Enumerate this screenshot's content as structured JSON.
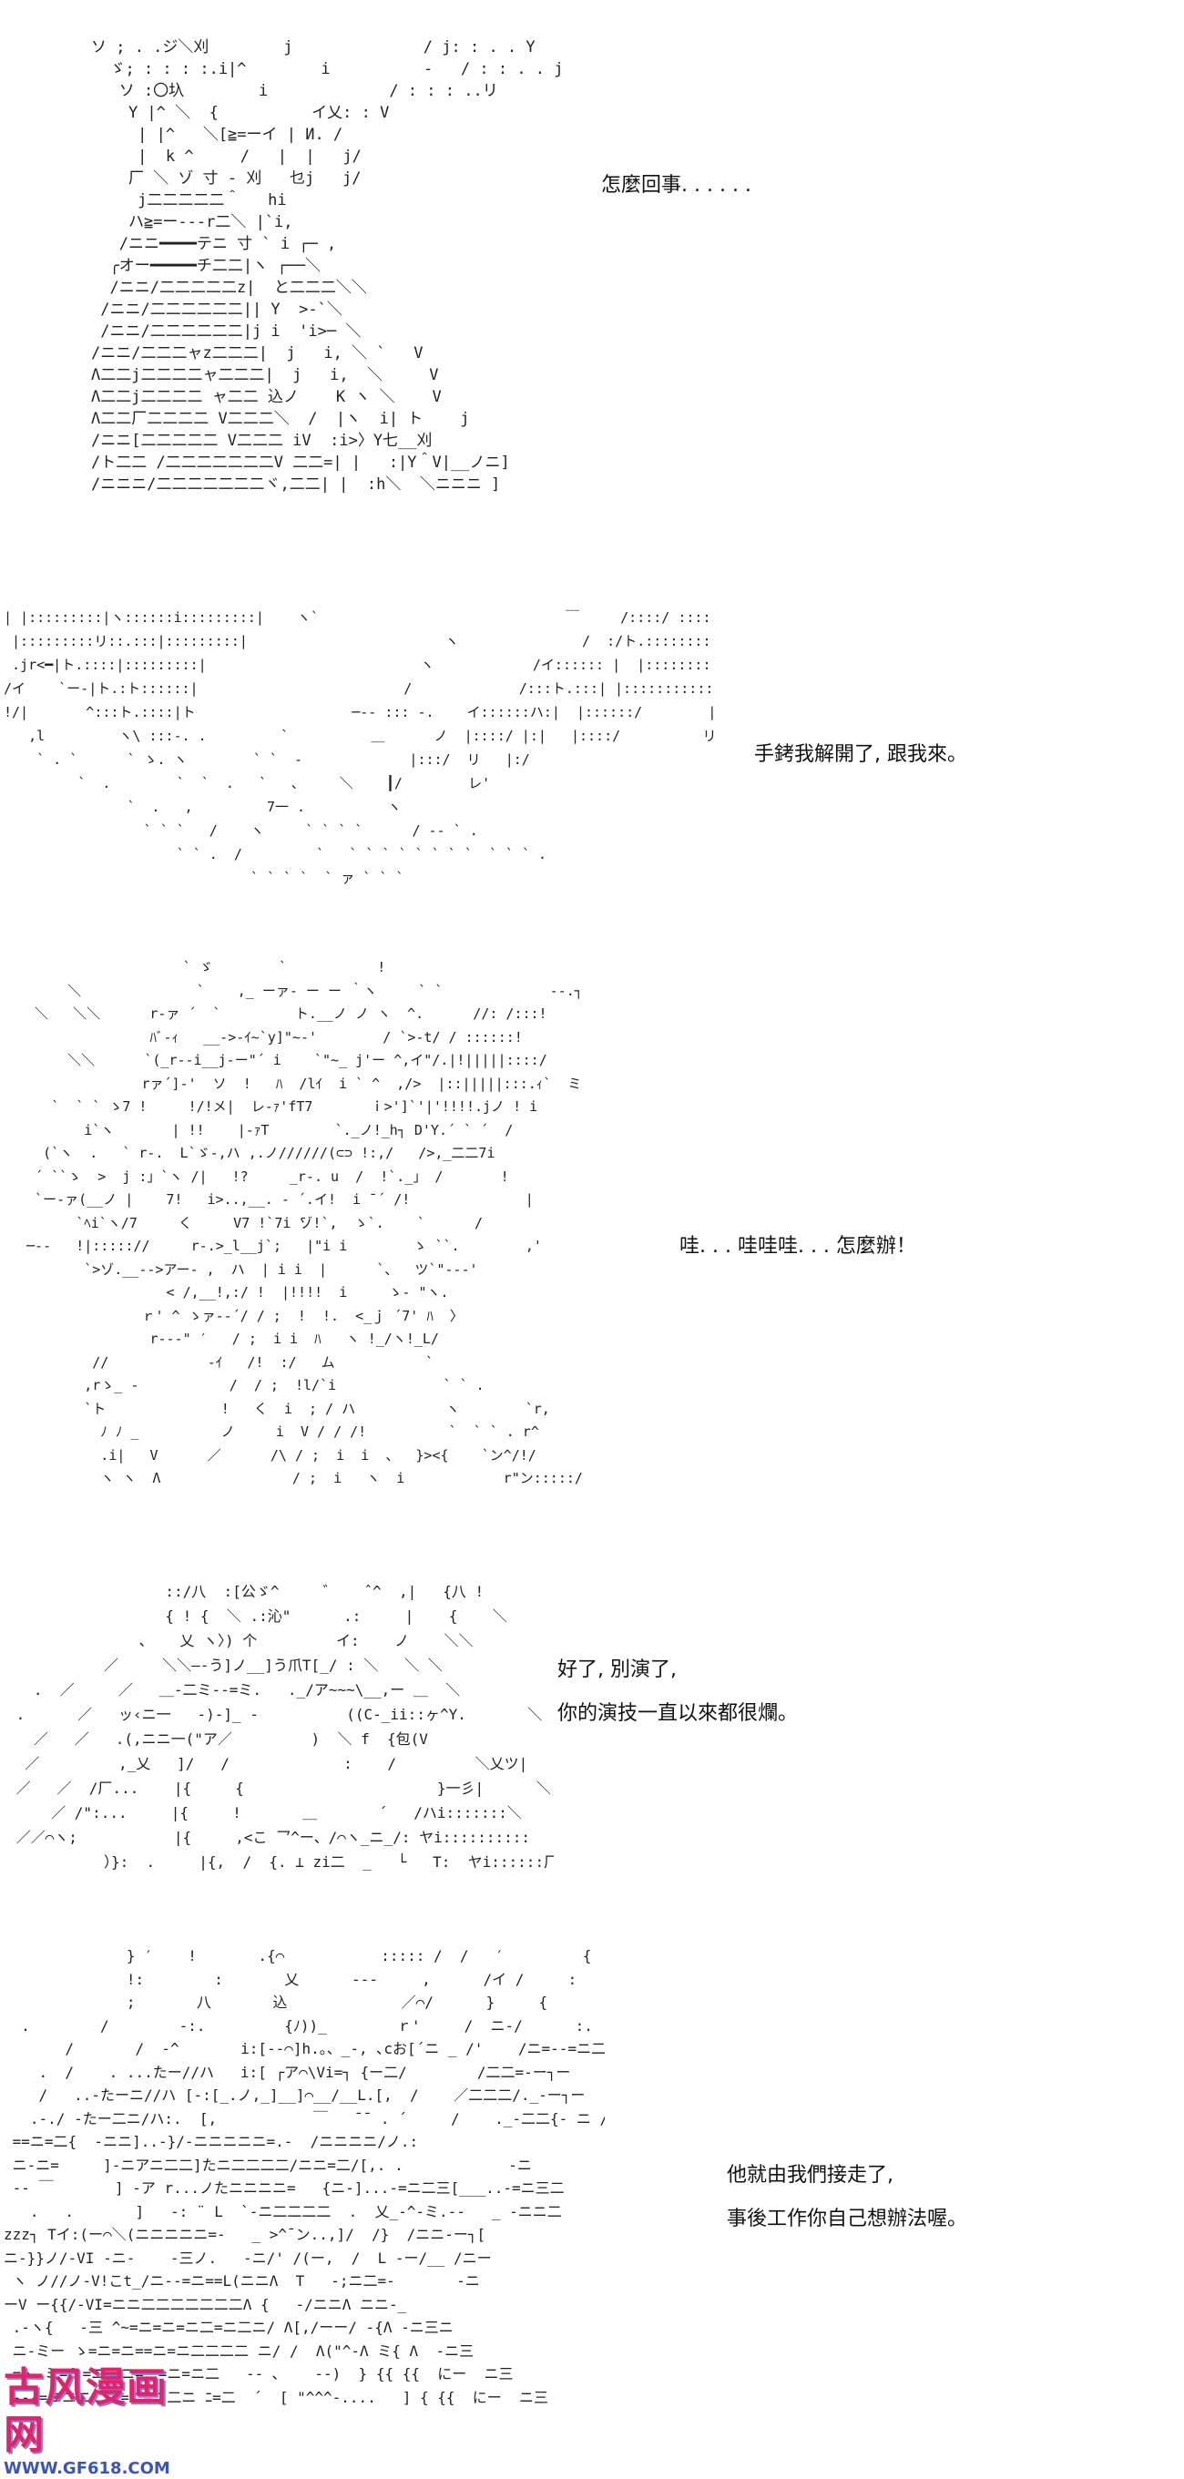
{
  "panels": [
    {
      "id": "panel-1",
      "art": "ソ ; . .ジ＼刈        j              / j: : . . Y\n  ゞ; : : : :.i|^        i          ‐   / : : . . j\n   ソ :〇圦        i             / : : : ..リ\n    Y |^ ＼  {          イ乂: : V\n     | |^   ＼[≧=ーイ | И. /\n     |  k ^     /   |  |   j/\n    厂 ＼ ゾ 寸 ‐ 刈   乜j   j/\n     j二二二二二＾   hi\n    ハ≧=ー‐‐‐r二＼ |`i,\n   /ニニ━━━━テニ 寸 ` i ┌─ ,\n  ╭オー━━━━━チ二二|ヽ ┌──＼\n  /ニニ/二二二二二z|  と二二二＼＼\n /ニニ/二二二二二二|| Y  >-`＼\n /ニニ/二二二二二二|j i  'i>─ ＼\n/ニニ/二二二ャz二二二|  j   i, ＼ `   V\nΛ二二j二二二二ャ二二二|  j   i,  ＼     V\nΛ二二j二二二二 ャ二二 込ノ    K ヽ ＼    V\nΛ二二厂二二二二 V二二二＼  /  |ヽ  i| ト    j\n/ニニ[二二二二二 V二二二 iV  :i>〉Y七__刈\n/ト二二 /二二二二二二二V 二二=| |   :|Y＾V|__ノニ]\n/ニニニ/二二二二二二二ヾ,二二| |  :h＼  ＼ニニニ ]",
      "dialog": [
        "怎麼回事. . . . . ."
      ]
    },
    {
      "id": "panel-2",
      "art": "| |:::::::::|ヽ::::::i:::::::::|    ヽ`                              ￣     /::::/ ::::::::::::::::|   |::::::::::|\n |:::::::::リ::.:::|:::::::::|                        ヽ               /  :/ト.:::::::::::::::|  |:::::::::::|\n .jr<━|ト.::::|:::::::::|                          ヽ            /イ:::::: |  |::::::::::::j     |::::::|\n/イ    `ー-|ト.:ト::::::|                         /             /:::ト.:::| |:::::::::::/      |::::|\n!/|       ^:::ト.::::|ト                   ─‐‐ ::: -.    イ::::::ハ:|  |::::::/        |::|\n   ,l         ヽ\\ :::-. .         `          ＿      ノ  |::::/ |:|   |::::/          リ\n    ` . `      ` ゝ. ヽ        ` `  -             |:::/  リ   |:/\n         `  .        `  `  .   `   ､     ＼    ┃/        レ'\n               `  .   ,         7一 .          ヽ\n                 ` ` `   /    ヽ     ` ` ` `      / ‐‐ ` .\n                     ` ` .  /         `   ` ` ` ` ` ` ` `  ` ` ` .\n                              ` ` ` `  ` ァ ` ` `",
      "dialog": [
        "手銬我解開了, 跟我來。"
      ]
    },
    {
      "id": "panel-3",
      "art": "                    ` ゞ        `           !\n      ＼              `    ,_ ーァ‐ ー ー ｀ヽ     ` `             ‐‐.┐\n  ＼   ＼＼      r-ァ ´  `         ト.__ノ ノ ヽ  ^.      //: /:::!\n                ﾊﾞ-ｨ   __->-ｲ~`y]\"~-'        / `>-t/ / ::::::!\n      ＼＼      `(_r--i__j-ー\"´ i    `\"~_ j'ー ^,イ\"/.|!|||||::::/\n               rァ´]-'  ソ  !   ﾊ  /lｲ  i ` ^  ,/>  |::|||||:::.ｨ`  ミ\n    `  ` ` ゝ7 !     !/!メ|  レ-ｧ'fT7       ｉ>']`'|'!!!!.jノ ! i\n        i`ヽ       | !!    |-ｧT        `._ノ!_h┐ D'Y.´ ` ´  /\n   (`ヽ  .   ` r-.  L`ゞ‐,ハ ,.ノ//////(⊂⊃ !:,/   />,_二二7i\n  ´ ``ゝ  >  j :」`ヽ /|   !?     _r‐. u  /  !`._」 /       !\n  `ー-ァ(__ノ |    7!   i>..,__. ‐ ´.イ!  i ̄ ´ /!              |\n       `ﾍi`ヽ/7     く     V7 !`7i ̄ゾ!`,  ゝ`.    `      /\n ─‐‐   !|::::://     r‐.>_l__j`;   |\"i i        ゝ ``.        ,'\n        `>ゾ.__-->アー‐ ,  ハ  | i i  |      `、  ツ`\"-‐‐'\n                  < /,__!,:/ !  |!!!!  i     ゝ‐ \"ヽ.\n               ｒ' ^ ゝァ‐‐´/ / ;  !  !.  <_ｊ ´7' ﾊ  〉\n                r-‐‐\" ′   / ;  i i  ﾊ   ヽ !_/ヽ!_L/\n         //            -ｲ   /!  :/   ム           `\n        ,rゝ_ -           /  / ;  !l/`i             ` ` .\n        `ト              !   く  i  ; / ハ           ヽ        `r,\n          ﾉ ﾉ _          ノ     i  V / / /!          `  ` ` . r^\n          .i|   V      ／      /\\ / ;  i  i  、  }><{    `ン^/!/\n          ヽ ヽ  Λ                / ;  i   ヽ  i            r\"ン:::::/",
      "dialog": [
        "哇. . . 哇哇哇. . . 怎麼辦！"
      ]
    },
    {
      "id": "panel-4",
      "art": "                  ::/八  :[公ゞ^     ゛   ˆ^  ,|   {八 !\n                  { ! {  ＼ .:沁\"      .:     |    {    ＼\n               、   乂 ヽ〉) 个         イ:    ノ    ＼＼\n           ／     ＼＼―-う]ノ__]う爪T[_/ : ＼   ＼ ＼\n   .  ／     ／   ＿‐二ミ--=ミ.   ._/ア~~~\\__,ー ＿  ＼\n .      ／   ッ‹ニ一   ‐)‐]_ -          ((C-_ii::ヶ^Y.       ＼\n   ／   ／   .(,ニニ一(\"ア／         )  ＼ f  {包(V\n  ／         ,_乂   ]/   /             :    /         ＼乂ツ|   ＼  ＼\n ／   ／  /厂...    |{     {                      }一彡|      ＼\n     ／ /\":...     |{     !       ＿       ´   /ハi:::::::＼     ＼\n ／／⌒ヽ;           |{     ,<こ 乛^ー、/⌒ヽ_ニ_/: ヤi::::::::::    :／\n           ）}:  .     |{,  /  {. ⊥ zi二  _   └   T:  ヤi::::::厂／／",
      "dialog": [
        "好了, 別演了,",
        "你的演技一直以來都很爛。"
      ]
    },
    {
      "id": "panel-5",
      "art": "              } ′    !       .{⌒           ::::: /  /   ′         {\n              !:        :       乂      ‐‐‐     ,      /イ /     :     {\n              ;       八       込             ／⌒/      }     {\n  .        /        -:.         {ﾉ))_        ｒ'     /  ニ-/      :.    {\n       /       /  -^       i:[-‐⌒]h.。、_-, ､cお[´ニ _ /'    /ニ=--=ニ二\n    .  /    . ...たー//ハ   i:[ ┌ア⌒\\Vi=┐ {ー二/        /二二=-ー┐ー\n    /   ..-たーニ//ハ [-:[_.ノ,_]__]⌒__/__L.[,  /    ／二二二/._-ー┐ー\n   .-./ -たー二ニ/ハ:.  [,           ￣   ¯¯ . ´     /    ._-二二{- ニ /\n ==ニ=二{  -ニニ]..-}/‐ニニニニニ=.-  /ニニニニ/ノ.:\n ニ-ニ=     ]-ニアニ二二]たニ二二二二/ニニ=二/[,. .            -ニ\n ‐- ￣       ] -ア r...ノたニニニニ=   {ニ-]...‐=ニ二三[___..-=ニ三二\n   .   .       ]   -: ¨ L  `-ニ二二二二  .  乂_-^-ミ.--   _ ‐ニニ二\nzzz┐ Tイ:(ー⌒＼(ニニニニニ=-   _ >^¯ン..,]/  /}  /ニニ-ー┐[\nニ-}}ノ/‐VI ‐ニ‐    -三ノ.   ‐ニ/' /(ー,  /  L ‐ー/__ /ニー\n ヽ ノ//ノ‐V!こt_/ニ-‐=ニ==L(ニニΛ  T   ‐;ニ二=-       -ニ\nーV ー{{/‐VI=ニニ二二二二二二二Λ {   -/ニニΛ ニニ-_\n .-ヽ{   -三 ^~=ニ=ニ=ニ二=ニ二ニ/ Λ[,/ーー/ -{Λ -ニ三ニ\n ニ-ミー ゝ=ニ=ニ==ニ=ニ二二二二 ニ/ /  Λ(\"^-Λ ミ{ Λ  -ニ三\n =ヽ-ミ=ミ=ニニニ=ニ=ニ=ニ二   ‐‐ ､    ‐‐)  } {{ {{  にー  ニ三\n ---=ニニニニニ=ニ=ニ二ニ ﾆ=二  ´  [ \"^^^-....   ] { {{  にー  ニ三",
      "dialog": [
        "他就由我們接走了,",
        "事後工作你自己想辦法喔。"
      ]
    }
  ],
  "watermark": {
    "title": "古风漫画网",
    "url": "WWW.GF618.COM"
  }
}
